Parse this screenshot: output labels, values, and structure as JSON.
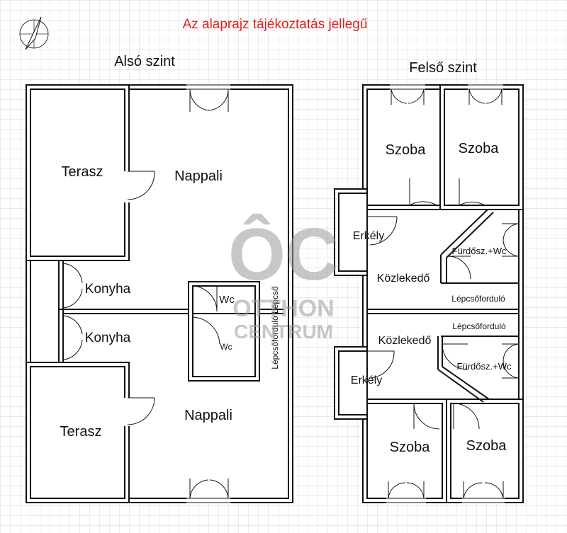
{
  "notice": "Az alaprajz tájékoztatás jellegű",
  "levels": {
    "lower": "Alsó szint",
    "upper": "Felső szint"
  },
  "rooms": {
    "lower": {
      "terasz_top": "Terasz",
      "nappali_top": "Nappali",
      "konyha_top": "Konyha",
      "wc_top": "Wc",
      "konyha_bottom": "Konyha",
      "wc_bottom": "Wc",
      "lepcso_vertical": "Lépcsőforduló Lépcső",
      "terasz_bottom": "Terasz",
      "nappali_bottom": "Nappali"
    },
    "upper": {
      "szoba_1": "Szoba",
      "szoba_2": "Szoba",
      "erkely_top": "Erkély",
      "furdo_top": "Fürdősz.+Wc",
      "kozlekedo_top": "Közlekedő",
      "lepcso_top": "Lépcsőforduló",
      "lepcso_bottom": "Lépcsőforduló",
      "kozlekedo_bottom": "Közlekedő",
      "furdo_bottom": "Fürdősz.+Wc",
      "erkely_bottom": "Erkély",
      "szoba_3": "Szoba",
      "szoba_4": "Szoba"
    }
  },
  "watermark": {
    "logo": "ÔC",
    "line1": "OTTHON",
    "line2": "CENTRUM"
  },
  "colors": {
    "notice": "#e0201e",
    "grid": "#c8c8c8",
    "wall": "#111111",
    "watermark": "#9a9a9a"
  },
  "compass_icon": "north-arrow-icon"
}
